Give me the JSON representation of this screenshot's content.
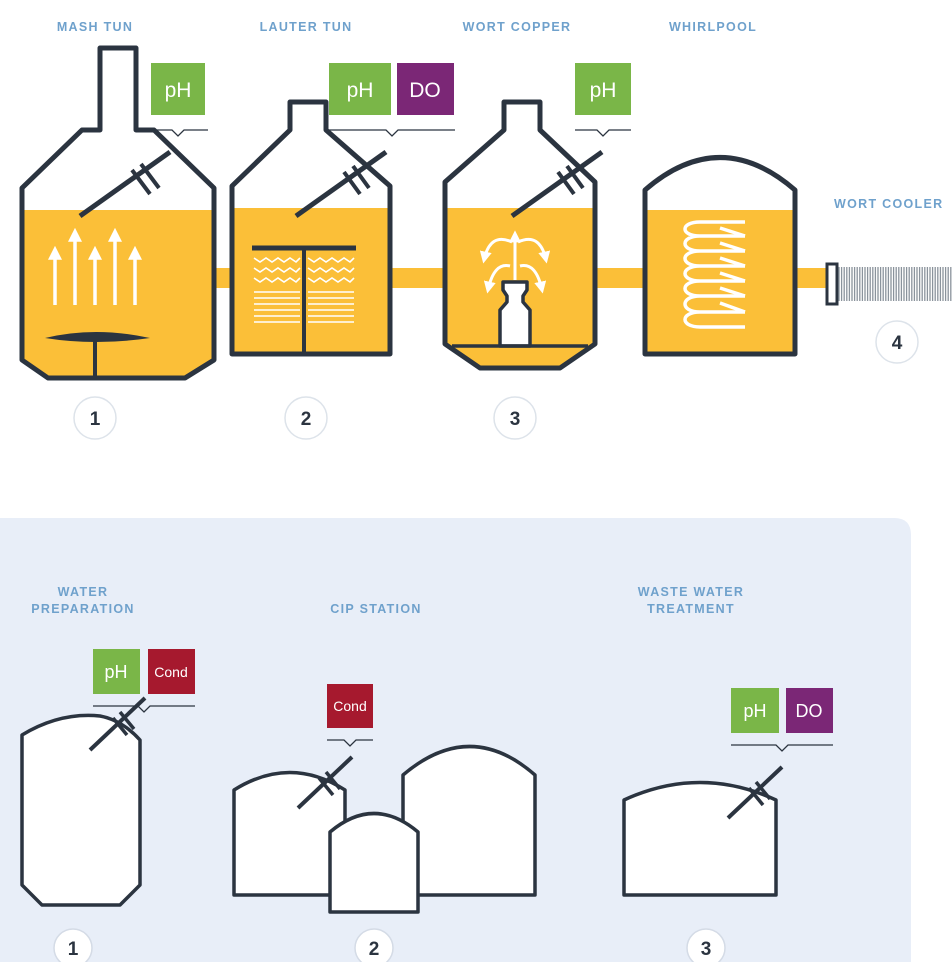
{
  "brewhouse": {
    "stages": [
      {
        "label": "MASH TUN",
        "number": "1",
        "sensors": [
          "pH"
        ]
      },
      {
        "label": "LAUTER TUN",
        "number": "2",
        "sensors": [
          "pH",
          "DO"
        ]
      },
      {
        "label": "WORT COPPER",
        "number": "3",
        "sensors": [
          "pH"
        ]
      },
      {
        "label": "WHIRLPOOL"
      },
      {
        "label": "WORT COOLER",
        "number": "4"
      }
    ]
  },
  "utilities": {
    "stages": [
      {
        "label_lines": [
          "WATER",
          "PREPARATION"
        ],
        "number": "1",
        "sensors": [
          "pH",
          "Cond"
        ]
      },
      {
        "label_lines": [
          "CIP STATION"
        ],
        "number": "2",
        "sensors": [
          "Cond"
        ]
      },
      {
        "label_lines": [
          "WASTE WATER",
          "TREATMENT"
        ],
        "number": "3",
        "sensors": [
          "pH",
          "DO"
        ]
      }
    ]
  },
  "colors": {
    "ph": "#7ab648",
    "do": "#7b2776",
    "cond": "#a6192e",
    "liquid": "#fbbf38",
    "outline": "#2b3440",
    "label": "#6fa1cc",
    "panel": "#e8eef8"
  }
}
